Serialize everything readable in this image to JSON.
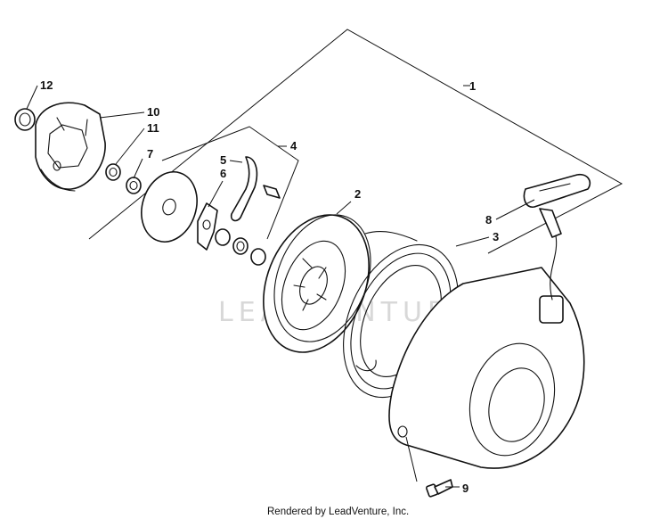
{
  "diagram": {
    "part_numbers": [
      "1",
      "2",
      "3",
      "4",
      "5",
      "6",
      "7",
      "8",
      "9",
      "10",
      "11",
      "12"
    ],
    "watermark": "LEADVENTURE",
    "footer_credit": "Rendered by LeadVenture, Inc.",
    "colors": {
      "line": "#111111",
      "background": "#ffffff",
      "watermark": "#d8d8d8"
    }
  }
}
